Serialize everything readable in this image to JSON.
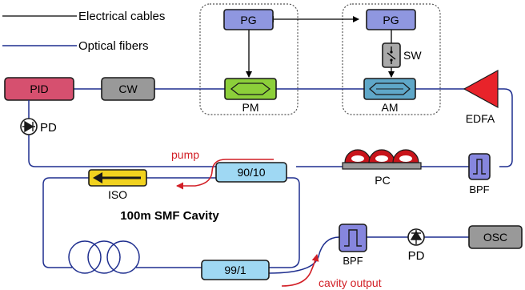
{
  "legend": {
    "electrical_label": "Electrical cables",
    "optical_label": "Optical fibers"
  },
  "components": {
    "pg_left": "PG",
    "pg_right": "PG",
    "sw": "SW",
    "pm": "PM",
    "am": "AM",
    "pid": "PID",
    "cw": "CW",
    "edfa": "EDFA",
    "pd_left": "PD",
    "pump": "pump",
    "coupler_90_10": "90/10",
    "pc": "PC",
    "bpf_right": "BPF",
    "iso": "ISO",
    "cavity": "100m SMF Cavity",
    "coupler_99_1": "99/1",
    "bpf_bottom": "BPF",
    "pd_bottom": "PD",
    "osc": "OSC",
    "cavity_output": "cavity output"
  },
  "colors": {
    "electrical": "#000000",
    "optical": "#1f2f8f",
    "pump": "#d21f26",
    "pg": "#8f97e0",
    "pm": "#8ccf3a",
    "am": "#5fa7c8",
    "pid": "#d6506f",
    "cw": "#999999",
    "edfa": "#e8232a",
    "sw": "#a9a9a9",
    "coupler": "#9fd8f3",
    "iso": "#f1d21f",
    "pc": "#c8141b",
    "bpf": "#8686de",
    "osc": "#999999"
  },
  "icons": {
    "pd": "photodiode-icon",
    "sw": "switch-icon",
    "coil": "fiber-coil-icon",
    "bpf": "bandpass-filter-icon",
    "edfa": "amplifier-triangle-icon",
    "iso": "isolator-arrow-icon"
  }
}
